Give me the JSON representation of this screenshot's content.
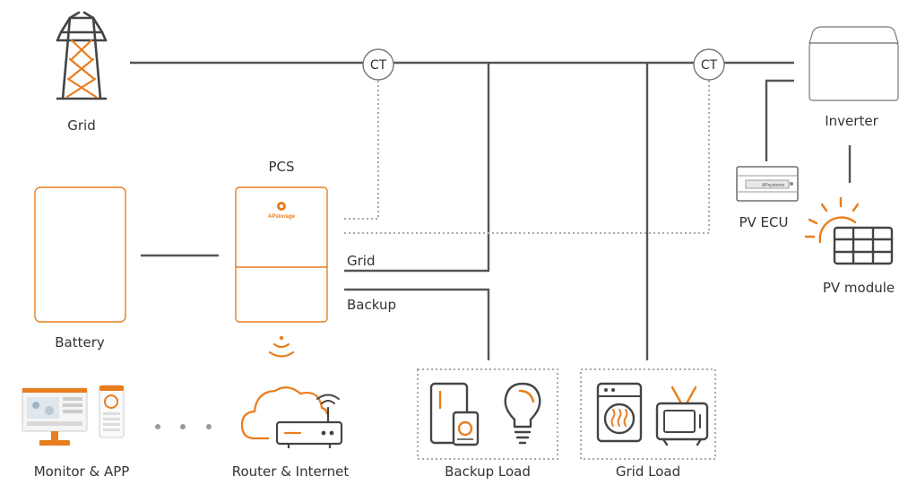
{
  "labels": {
    "grid_station": "Grid",
    "pcs": "PCS",
    "battery": "Battery",
    "inverter": "Inverter",
    "pv_ecu": "PV ECU",
    "pv_module": "PV module",
    "grid_line": "Grid",
    "backup_line": "Backup",
    "monitor_app": "Monitor & APP",
    "router_internet": "Router & Internet",
    "backup_load": "Backup Load",
    "grid_load": "Grid Load",
    "ct_left": "CT",
    "ct_right": "CT"
  },
  "logo": {
    "pcs_brand": "APstorage",
    "ecu_brand": "APsystems"
  },
  "colors": {
    "accent": "#e87d1e",
    "line": "#555555",
    "dotted": "#aaaaaa",
    "text": "#333333"
  },
  "icons": [
    "transmission-tower-icon",
    "battery-icon",
    "pcs-cabinet-icon",
    "inverter-icon",
    "ecu-device-icon",
    "solar-panel-icon",
    "sun-icon",
    "wifi-signal-icon",
    "cloud-icon",
    "router-icon",
    "monitor-icon",
    "phone-app-icon",
    "fridge-icon",
    "lightbulb-icon",
    "washing-machine-icon",
    "tv-icon"
  ]
}
